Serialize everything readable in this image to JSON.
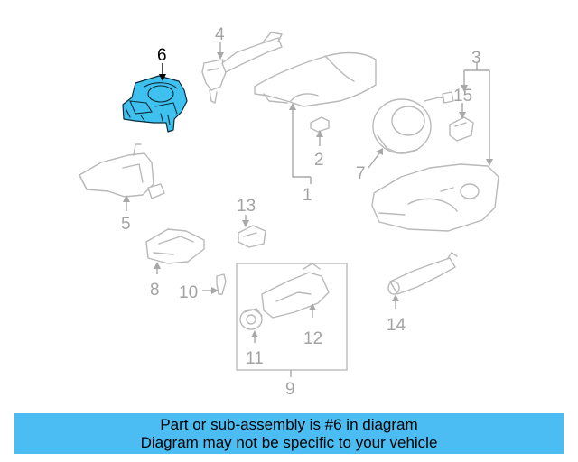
{
  "diagram": {
    "highlight_color": "#3ec1ee",
    "callouts": [
      "1",
      "2",
      "3",
      "4",
      "5",
      "6",
      "7",
      "8",
      "9",
      "10",
      "11",
      "12",
      "13",
      "14",
      "15"
    ],
    "highlighted_callout": "6"
  },
  "banner": {
    "line1": "Part or sub-assembly is #6 in diagram",
    "line2": "Diagram may not be specific to your vehicle",
    "background": "#4cbdf2"
  }
}
